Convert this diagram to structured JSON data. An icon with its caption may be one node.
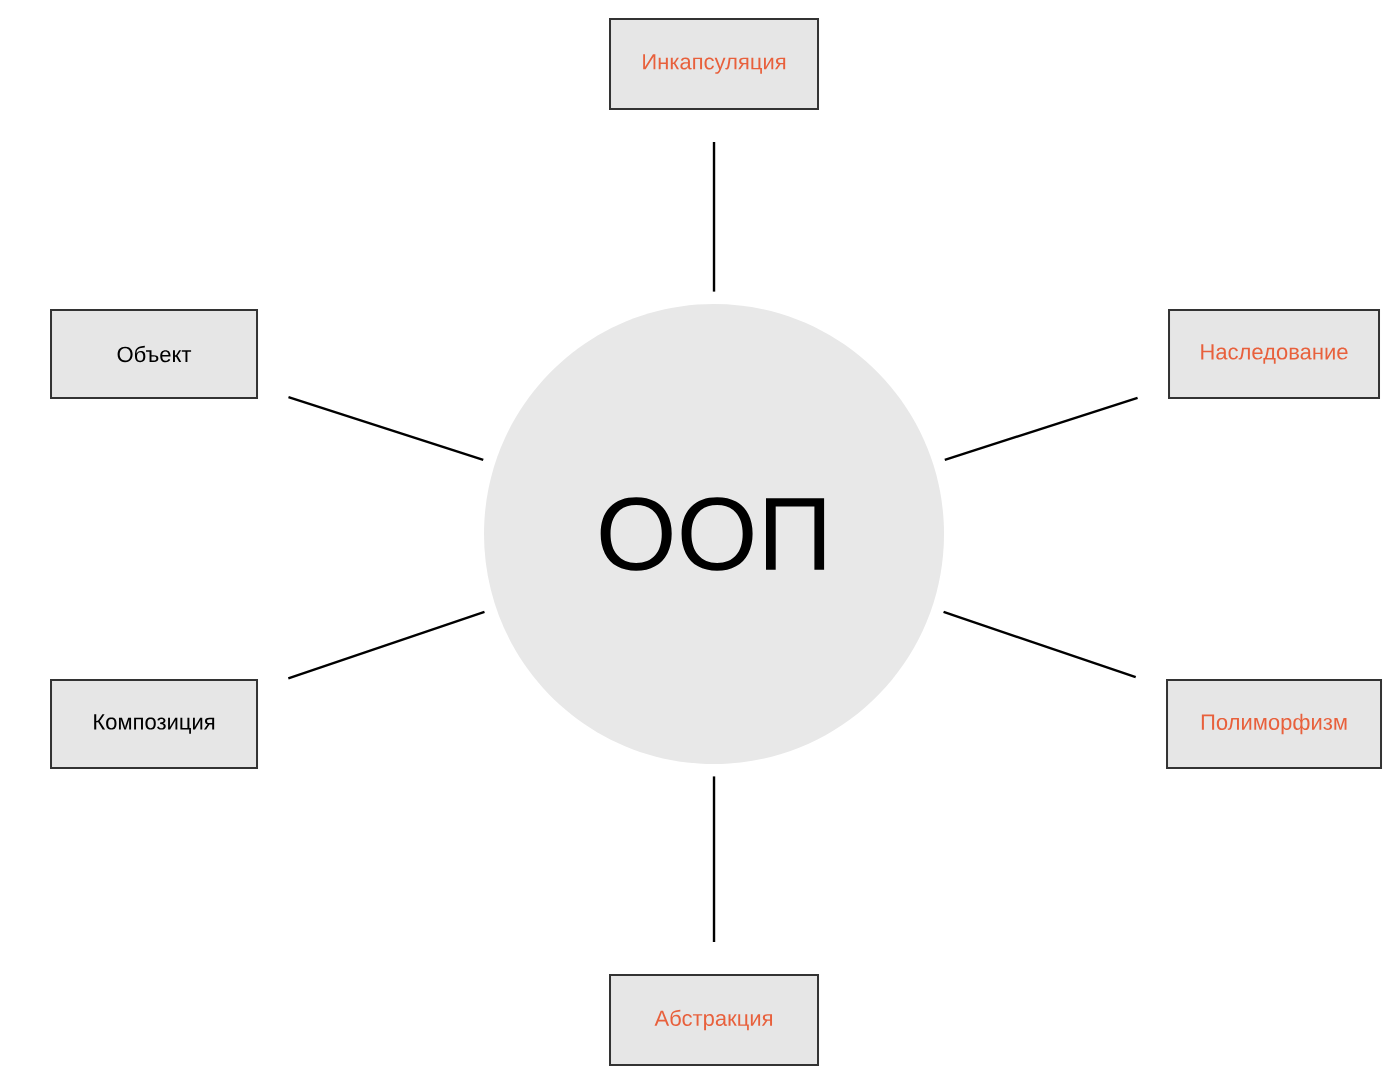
{
  "diagram": {
    "nodes": [
      {
        "text": [
          "ООП"
        ]
      },
      {
        "text": [
          "Инкапсуляция"
        ]
      },
      {
        "text": [
          "Объект"
        ]
      },
      {
        "text": [
          "Наследование"
        ]
      },
      {
        "text": [
          "Композиция"
        ]
      },
      {
        "text": [
          "Полиморфизм"
        ]
      },
      {
        "text": [
          "Абстракция"
        ]
      }
    ],
    "edges": [
      {
        "from": 0,
        "to": 1,
        "arrow": "none"
      },
      {
        "from": 0,
        "to": 2,
        "arrow": "none"
      },
      {
        "from": 0,
        "to": 3,
        "arrow": "none"
      },
      {
        "from": 0,
        "to": 4,
        "arrow": "none"
      },
      {
        "from": 0,
        "to": 5,
        "arrow": "none"
      },
      {
        "from": 0,
        "to": 6,
        "arrow": "none"
      }
    ]
  }
}
